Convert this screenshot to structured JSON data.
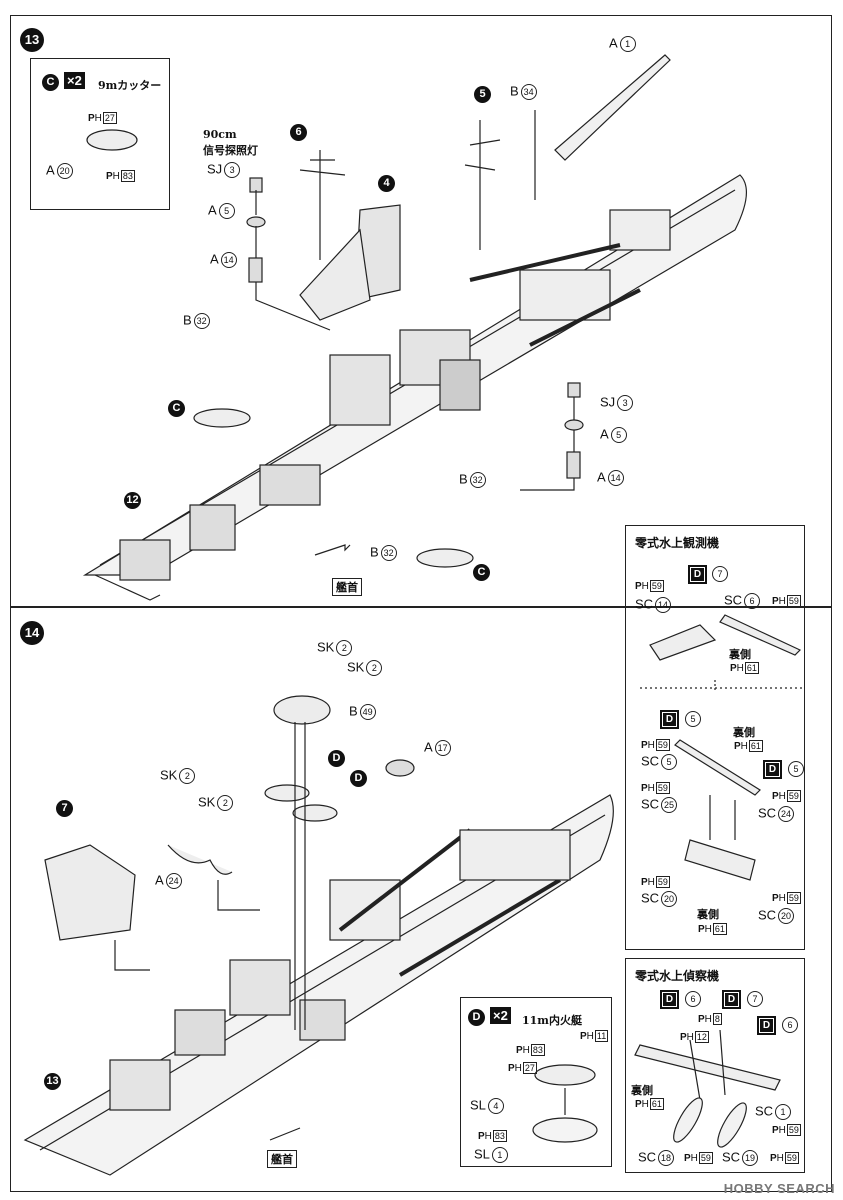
{
  "steps": {
    "s13": {
      "num": "13",
      "ref12": "12"
    },
    "s14": {
      "num": "14",
      "ref13": "13",
      "ref7": "7"
    }
  },
  "inset_c": {
    "letter": "C",
    "mult": "×2",
    "title": "9mカッター",
    "part_a": "A",
    "part_a_num": "20",
    "ph27": "27",
    "ph83": "83"
  },
  "searchlight": {
    "title1": "90cm",
    "title2": "信号探照灯",
    "sj": "SJ",
    "sj_num": "3",
    "a5": "A",
    "a5_num": "5",
    "a14": "A",
    "a14_num": "14"
  },
  "step13_parts": {
    "a1": "A",
    "a1_num": "1",
    "b34": "B",
    "b34_num": "34",
    "n5": "5",
    "n6": "6",
    "n4": "4",
    "b32a": "B",
    "b32a_num": "32",
    "b32b": "B",
    "b32b_num": "32",
    "b32c": "B",
    "b32c_num": "32",
    "c1": "C",
    "c2": "C",
    "c3": "C",
    "sj3": "SJ",
    "sj3_num": "3",
    "a5r": "A",
    "a5r_num": "5",
    "a14r": "A",
    "a14r_num": "14",
    "bow": "艦首"
  },
  "step14_parts": {
    "sk1": "SK",
    "sk1_num": "2",
    "sk2": "SK",
    "sk2_num": "2",
    "sk3": "SK",
    "sk3_num": "2",
    "sk4": "SK",
    "sk4_num": "2",
    "b49": "B",
    "b49_num": "49",
    "a17": "A",
    "a17_num": "17",
    "a24": "A",
    "a24_num": "24",
    "d1": "D",
    "d2": "D",
    "bow": "艦首"
  },
  "inset_d": {
    "letter": "D",
    "mult": "×2",
    "title": "11m内火艇",
    "ph11": "11",
    "ph83a": "83",
    "ph27": "27",
    "ph83b": "83",
    "sl4": "SL",
    "sl4_num": "4",
    "sl1": "SL",
    "sl1_num": "1"
  },
  "plane1": {
    "title": "零式水上観測機",
    "d": "D",
    "d_num": "7",
    "ph59a": "59",
    "ph59b": "59",
    "sc14": "SC",
    "sc14_num": "14",
    "sc6": "SC",
    "sc6_num": "6",
    "ura": "裏側",
    "ph61": "61",
    "d5a": "D",
    "d5a_num": "5",
    "ura2": "裏側",
    "ph61b": "61",
    "ph59c": "59",
    "sc5": "SC",
    "sc5_num": "5",
    "d5b": "D",
    "d5b_num": "5",
    "ph59d": "59",
    "sc25": "SC",
    "sc25_num": "25",
    "ph59e": "59",
    "sc24": "SC",
    "sc24_num": "24",
    "ph59f": "59",
    "sc20a": "SC",
    "sc20a_num": "20",
    "ph59g": "59",
    "sc20b": "SC",
    "sc20b_num": "20",
    "ura3": "裏側",
    "ph61c": "61"
  },
  "plane2": {
    "title": "零式水上偵察機",
    "d6a": "D",
    "d6a_num": "6",
    "d7": "D",
    "d7_num": "7",
    "d6b": "D",
    "d6b_num": "6",
    "ph8": "8",
    "ph12": "12",
    "ura": "裏側",
    "ph61": "61",
    "sc1": "SC",
    "sc1_num": "1",
    "ph59a": "59",
    "sc18": "SC",
    "sc18_num": "18",
    "ph59b": "59",
    "sc19": "SC",
    "sc19_num": "19",
    "ph59c": "59"
  },
  "ph_prefix": "P",
  "ph_sub": "H",
  "watermark": "HOBBY SEARCH"
}
